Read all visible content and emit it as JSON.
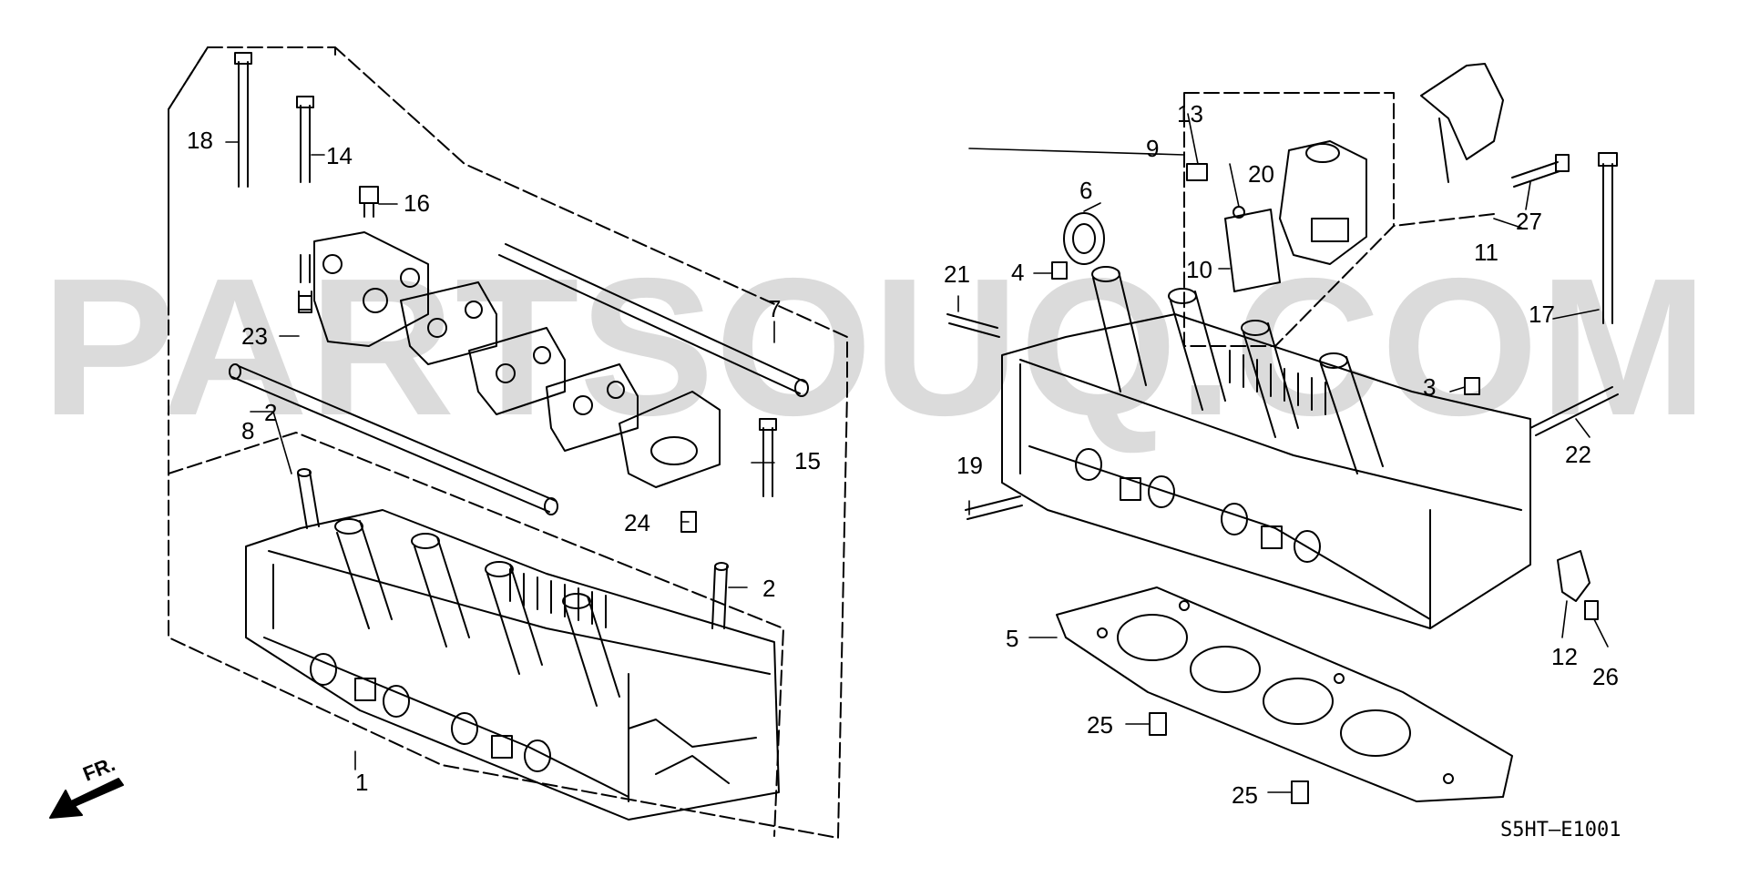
{
  "watermark": "PARTSOUQ.COM",
  "diagram_code": "S5HT—E1001",
  "front_indicator": "FR.",
  "callouts": {
    "c1": "1",
    "c2a": "2",
    "c2b": "2",
    "c3": "3",
    "c4": "4",
    "c5": "5",
    "c6": "6",
    "c7": "7",
    "c8": "8",
    "c9": "9",
    "c10": "10",
    "c11": "11",
    "c12": "12",
    "c13": "13",
    "c14": "14",
    "c15": "15",
    "c16": "16",
    "c17": "17",
    "c18": "18",
    "c19": "19",
    "c20": "20",
    "c21": "21",
    "c22": "22",
    "c23": "23",
    "c24": "24",
    "c25a": "25",
    "c25b": "25",
    "c26": "26",
    "c27": "27"
  },
  "colors": {
    "line": "#000000",
    "watermark": "#cfcfcf",
    "background": "#ffffff"
  }
}
